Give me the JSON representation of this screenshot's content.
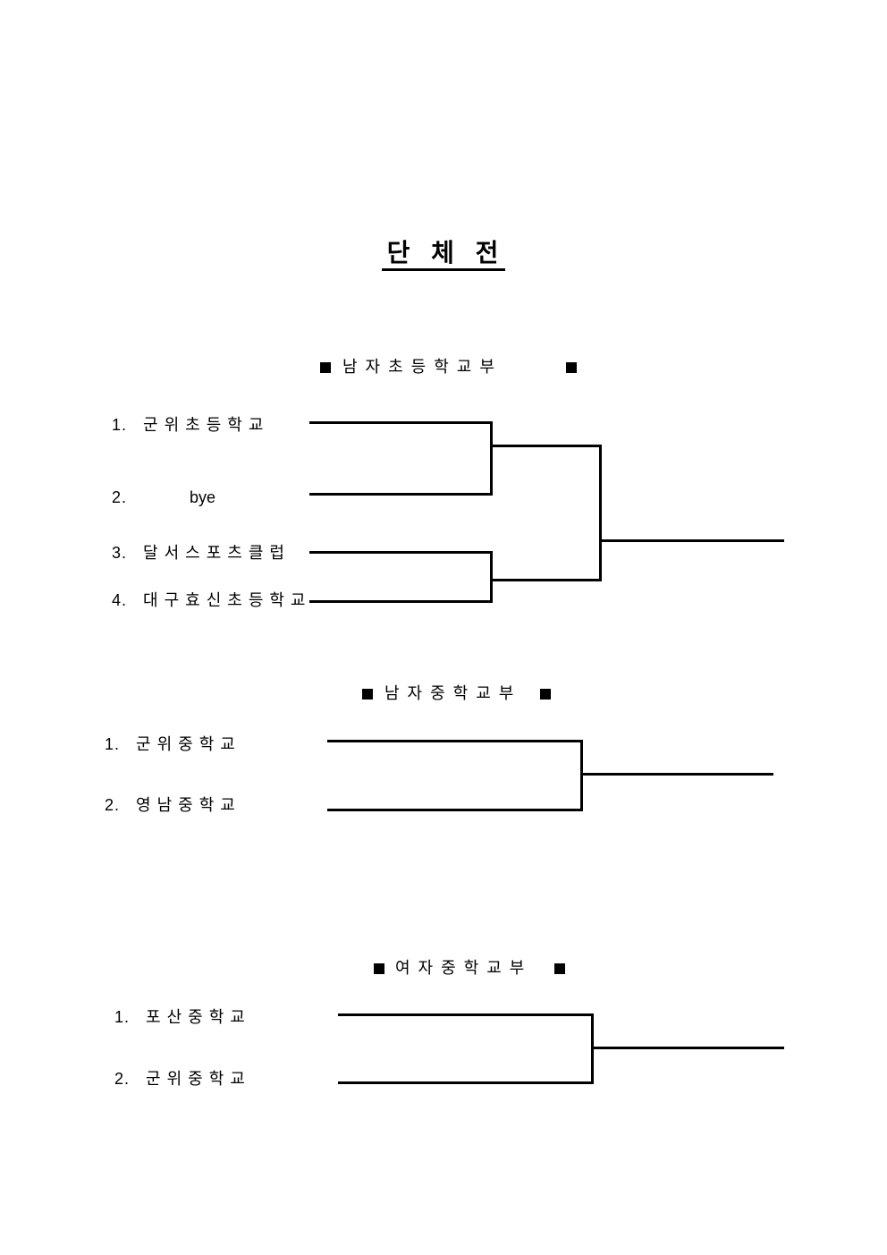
{
  "document": {
    "title": "단 체 전"
  },
  "sections": [
    {
      "name": "boys-elementary",
      "header": "남 자 초 등 학 교 부",
      "entries": [
        {
          "num": "1.",
          "team": "군위초등학교"
        },
        {
          "num": "2.",
          "team": "bye"
        },
        {
          "num": "3.",
          "team": "달서스포츠클럽"
        },
        {
          "num": "4.",
          "team": "대구효신초등학교"
        }
      ]
    },
    {
      "name": "boys-middle",
      "header": "남 자 중 학 교 부",
      "entries": [
        {
          "num": "1.",
          "team": "군위중학교"
        },
        {
          "num": "2.",
          "team": "영남중학교"
        }
      ]
    },
    {
      "name": "girls-middle",
      "header": "여 자 중 학 교 부",
      "entries": [
        {
          "num": "1.",
          "team": "포산중학교"
        },
        {
          "num": "2.",
          "team": "군위중학교"
        }
      ]
    }
  ]
}
